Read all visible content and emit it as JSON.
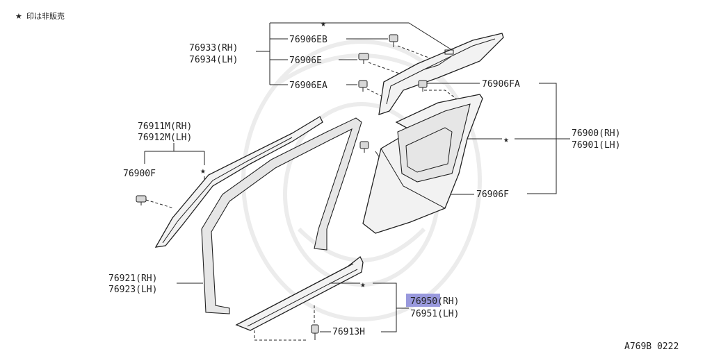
{
  "note": {
    "star": "★",
    "text": "印は非販売"
  },
  "stars": {
    "symbol": "★"
  },
  "labels": {
    "p76933": "76933(RH)",
    "p76934": "76934(LH)",
    "p76906EB": "76906EB",
    "p76906E": "76906E",
    "p76906EA": "76906EA",
    "p76906FA": "76906FA",
    "p76900": "76900(RH)",
    "p76901": "76901(LH)",
    "p76906F": "76906F",
    "p76911M": "76911M(RH)",
    "p76912M": "76912M(LH)",
    "p76900F": "76900F",
    "p76921": "76921(RH)",
    "p76923": "76923(LH)",
    "p76950": "76950(RH)",
    "p76951": "76951(LH)",
    "p76913H": "76913H"
  },
  "highlight_color": "#9999dd",
  "diagram_code": "A769B 0222"
}
